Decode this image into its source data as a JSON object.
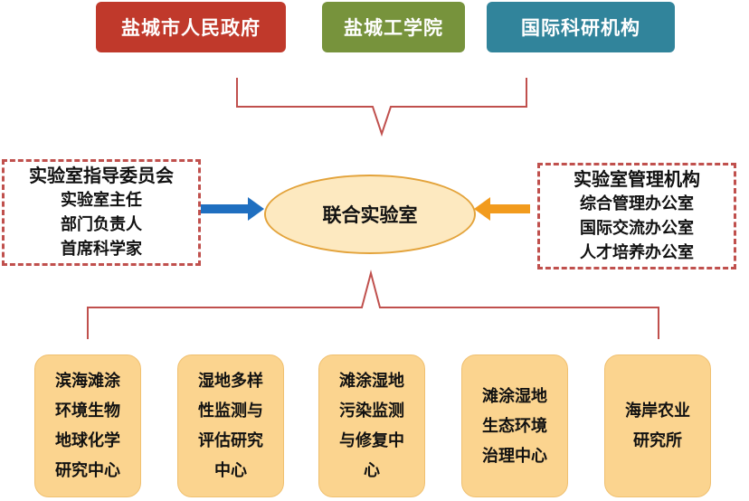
{
  "partners": [
    {
      "label": "盐城市人民政府",
      "color": "#c0392b"
    },
    {
      "label": "盐城工学院",
      "color": "#77933c"
    },
    {
      "label": "国际科研机构",
      "color": "#31849b"
    }
  ],
  "center": {
    "label": "联合实验室"
  },
  "steering": {
    "heading": "实验室指导委员会",
    "items": [
      "实验室主任",
      "部门负责人",
      "首席科学家"
    ]
  },
  "management": {
    "heading": "实验室管理机构",
    "items": [
      "综合管理办公室",
      "国际交流办公室",
      "人才培养办公室"
    ]
  },
  "research_centers": [
    {
      "label": "滨海滩涂\n环境生物\n地球化学\n研究中心"
    },
    {
      "label": "湿地多样\n性监测与\n评估研究\n中心"
    },
    {
      "label": "滩涂湿地\n污染监测\n与修复中\n心"
    },
    {
      "label": "滩涂湿地\n生态环境\n治理中心"
    },
    {
      "label": "海岸农业\n研究所"
    }
  ],
  "colors": {
    "dashed_border": "#c0504d",
    "bracket": "#c0504d",
    "arrow_left": "#1f6fc0",
    "arrow_right": "#f29b1d",
    "ellipse_fill": "#fde9c0",
    "box_fill": "#fbd48f"
  }
}
